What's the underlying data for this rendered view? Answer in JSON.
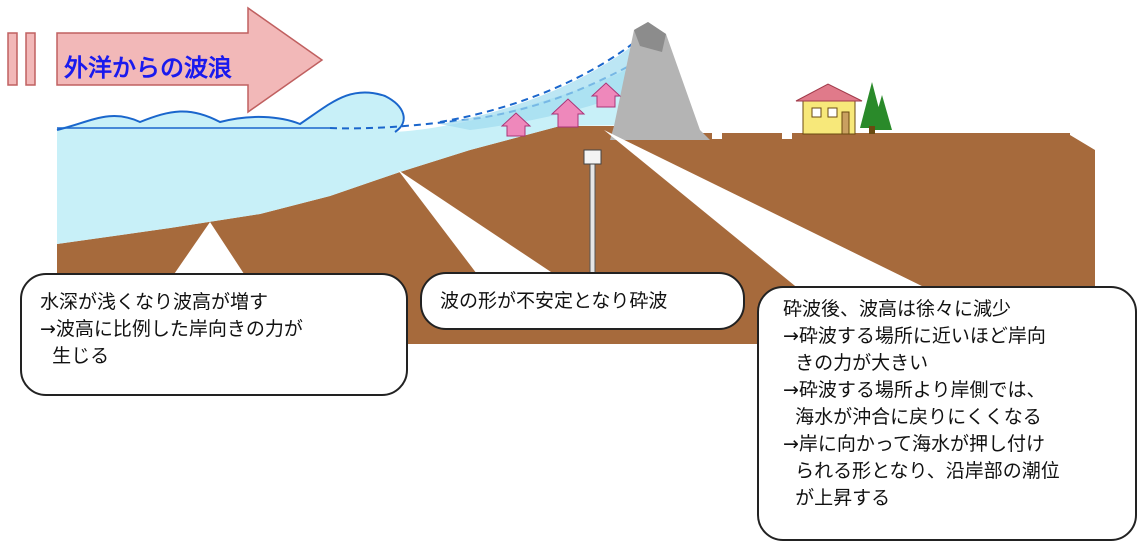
{
  "banner": {
    "label": "外洋からの波浪",
    "text_color": "#1a1aee",
    "arrow_color": "#f2b8b8"
  },
  "colors": {
    "sea": "#c8f0f8",
    "ground": "#a66a3c",
    "seawall": "#b4b4b4",
    "seawall_cap": "#8c8c8c",
    "wave_line": "#1a66cc",
    "force_arrow": "#ee88bb",
    "house_wall": "#f7e87a",
    "house_roof": "#e07a8a",
    "tree": "#2a8a2a"
  },
  "callouts": {
    "left": {
      "lines": [
        "水深が浅くなり波高が増す",
        "→波高に比例した岸向きの力が",
        "  生じる"
      ]
    },
    "middle": {
      "lines": [
        "波の形が不安定となり砕波"
      ]
    },
    "right": {
      "lines": [
        "砕波後、波高は徐々に減少",
        "→砕波する場所に近いほど岸向",
        "  きの力が大きい",
        "→砕波する場所より岸側では、",
        "  海水が沖合に戻りにくくなる",
        "→岸に向かって海水が押し付け",
        "  られる形となり、沿岸部の潮位",
        "  が上昇する"
      ]
    }
  }
}
